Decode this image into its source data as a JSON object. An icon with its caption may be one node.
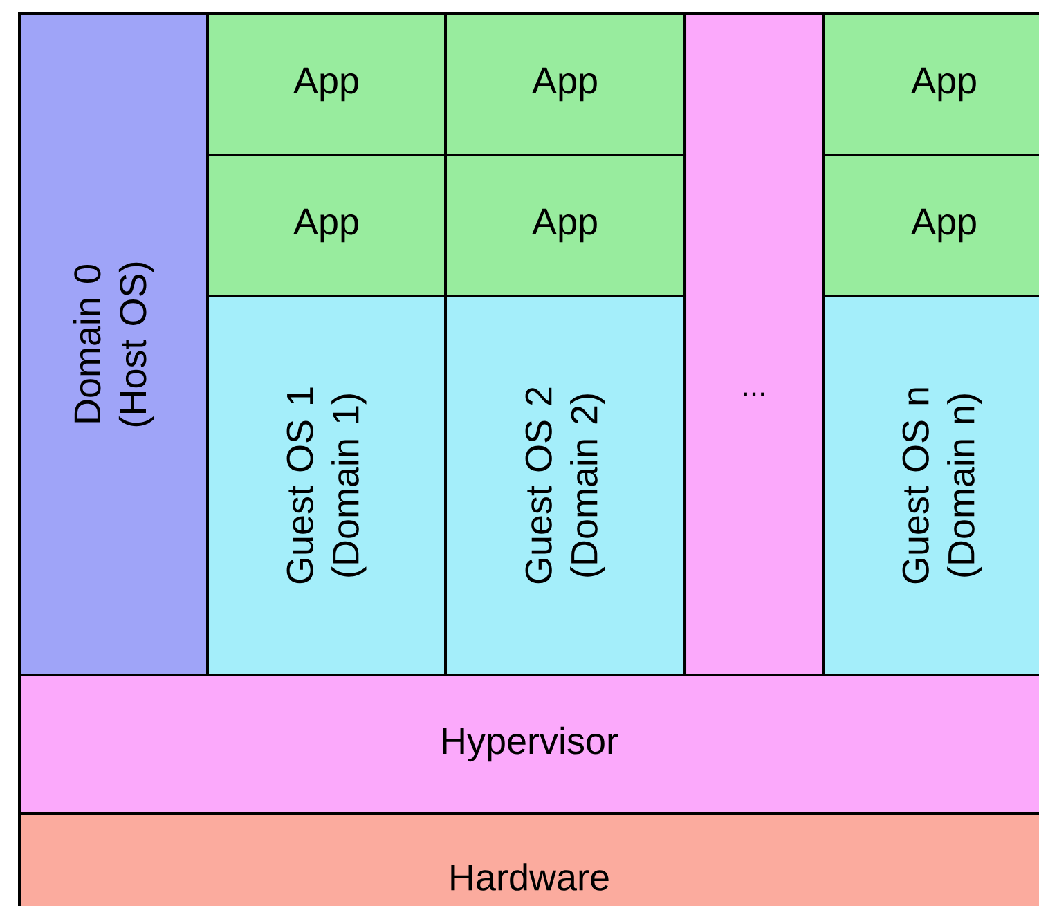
{
  "diagram": {
    "nodes": [
      {
        "text": [
          "Domain 0 (Host OS)"
        ]
      },
      {
        "text": [
          "App"
        ]
      },
      {
        "text": [
          "App"
        ]
      },
      {
        "text": [
          "App"
        ]
      },
      {
        "text": [
          "App"
        ]
      },
      {
        "text": [
          "App"
        ]
      },
      {
        "text": [
          "App"
        ]
      },
      {
        "text": [
          "Guest OS 1 (Domain 1)"
        ]
      },
      {
        "text": [
          "Guest OS 2 (Domain 2)"
        ]
      },
      {
        "text": [
          "Guest OS n (Domain n)"
        ]
      },
      {
        "text": [
          "Hypervisor"
        ]
      },
      {
        "text": [
          "Hardware"
        ]
      }
    ],
    "labels": [
      "..."
    ]
  }
}
